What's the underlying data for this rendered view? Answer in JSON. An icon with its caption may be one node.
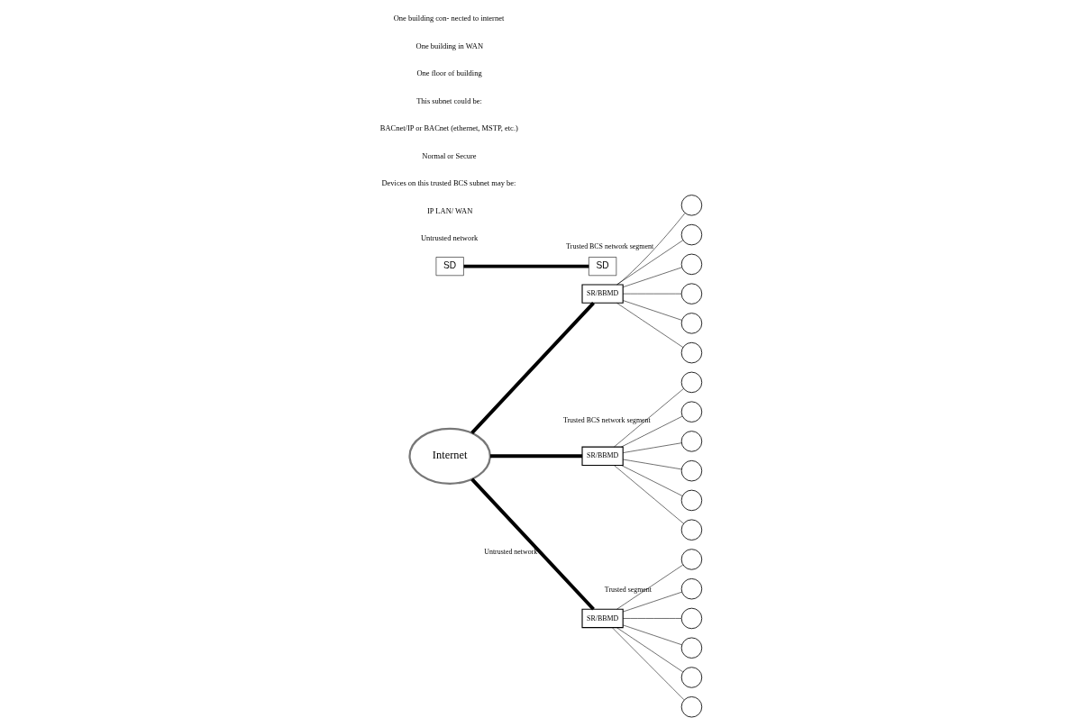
{
  "diagram": {
    "nodes": [
      {
        "text": [
          "SR/BBMD"
        ]
      },
      {
        "text": [],
        "shape": "circle"
      },
      {
        "text": [],
        "shape": "circle"
      },
      {
        "text": [],
        "shape": "circle"
      },
      {
        "text": [],
        "shape": "circle"
      },
      {
        "text": [],
        "shape": "circle"
      },
      {
        "text": [],
        "shape": "circle"
      },
      {
        "text": [
          "SR/BBMD"
        ]
      },
      {
        "text": [],
        "shape": "circle"
      },
      {
        "text": [],
        "shape": "circle"
      },
      {
        "text": [],
        "shape": "circle"
      },
      {
        "text": [],
        "shape": "circle"
      },
      {
        "text": [],
        "shape": "circle"
      },
      {
        "text": [],
        "shape": "circle"
      },
      {
        "text": [
          "Internet"
        ]
      },
      {
        "text": [
          "SD"
        ]
      },
      {
        "text": [
          "SD"
        ]
      },
      {
        "text": [
          "SR/BBMD"
        ]
      },
      {
        "text": [],
        "shape": "circle"
      },
      {
        "text": [],
        "shape": "circle"
      },
      {
        "text": [],
        "shape": "circle"
      },
      {
        "text": [],
        "shape": "circle"
      },
      {
        "text": [],
        "shape": "circle"
      },
      {
        "text": [],
        "shape": "circle"
      }
    ],
    "edges": [
      {
        "from": 14,
        "to": 0,
        "arrow": "none",
        "style": "thick"
      },
      {
        "from": 14,
        "to": 7,
        "arrow": "none",
        "style": "thick"
      },
      {
        "from": 14,
        "to": 17,
        "arrow": "none",
        "style": "thick",
        "label": "Untrusted network"
      },
      {
        "from": 15,
        "to": 16,
        "arrow": "none",
        "style": "thick"
      },
      {
        "from": 0,
        "to": 1,
        "arrow": "none",
        "label": "Trusted BCS network segment"
      },
      {
        "from": 0,
        "to": 2,
        "arrow": "none"
      },
      {
        "from": 0,
        "to": 3,
        "arrow": "none"
      },
      {
        "from": 0,
        "to": 4,
        "arrow": "none"
      },
      {
        "from": 0,
        "to": 5,
        "arrow": "none"
      },
      {
        "from": 0,
        "to": 6,
        "arrow": "none"
      },
      {
        "from": 7,
        "to": 8,
        "arrow": "none",
        "label": "Trusted BCS network segment"
      },
      {
        "from": 7,
        "to": 9,
        "arrow": "none"
      },
      {
        "from": 7,
        "to": 10,
        "arrow": "none"
      },
      {
        "from": 7,
        "to": 11,
        "arrow": "none"
      },
      {
        "from": 7,
        "to": 12,
        "arrow": "none"
      },
      {
        "from": 7,
        "to": 13,
        "arrow": "none"
      },
      {
        "from": 17,
        "to": 18,
        "arrow": "none",
        "label": "Trusted segment"
      },
      {
        "from": 17,
        "to": 19,
        "arrow": "none"
      },
      {
        "from": 17,
        "to": 20,
        "arrow": "none"
      },
      {
        "from": 17,
        "to": 21,
        "arrow": "none"
      },
      {
        "from": 17,
        "to": 22,
        "arrow": "none"
      },
      {
        "from": 17,
        "to": 23,
        "arrow": "none"
      }
    ],
    "labels": [
      "Untrusted network",
      "IP LAN/ WAN",
      "Devices on this trusted BCS subnet may be:",
      "Normal or Secure",
      "BACnet/IP or BACnet (ethernet, MSTP, etc.)",
      "This subnet could be:",
      "One floor of building",
      "One building in WAN",
      "One building con- nected to internet"
    ]
  }
}
